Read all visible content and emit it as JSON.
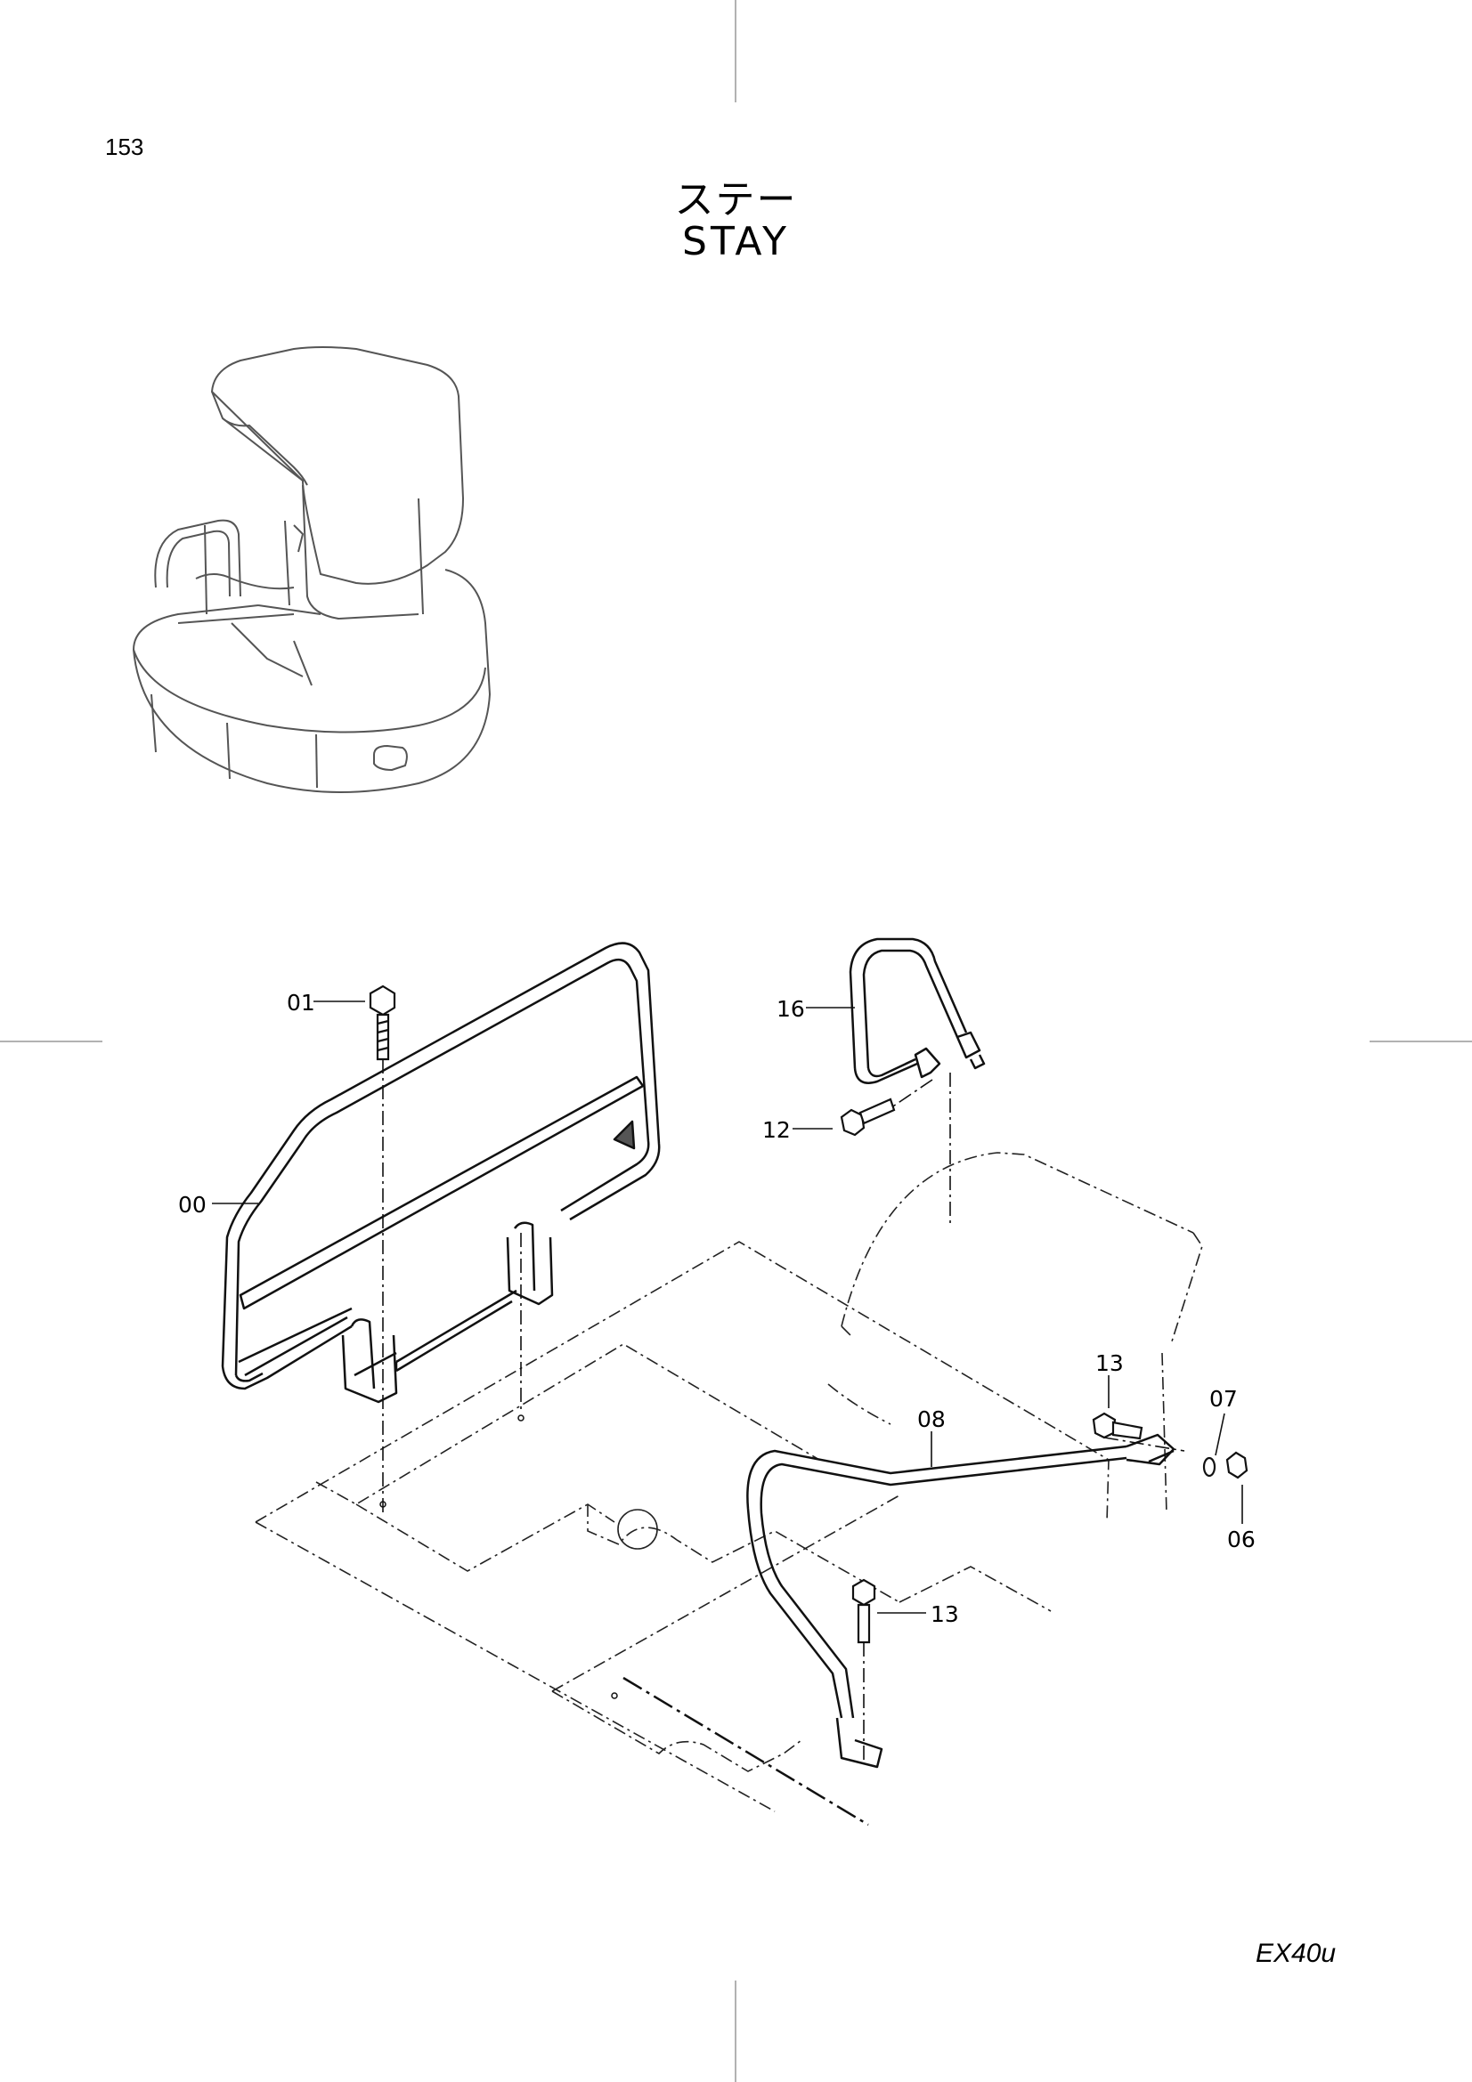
{
  "page_number": "153",
  "title_jp": "ステー",
  "title_en": "STAY",
  "model": "EX40u",
  "callouts": {
    "c00": "00",
    "c01": "01",
    "c06": "06",
    "c07": "07",
    "c08": "08",
    "c12": "12",
    "c13a": "13",
    "c13b": "13",
    "c16": "16"
  }
}
